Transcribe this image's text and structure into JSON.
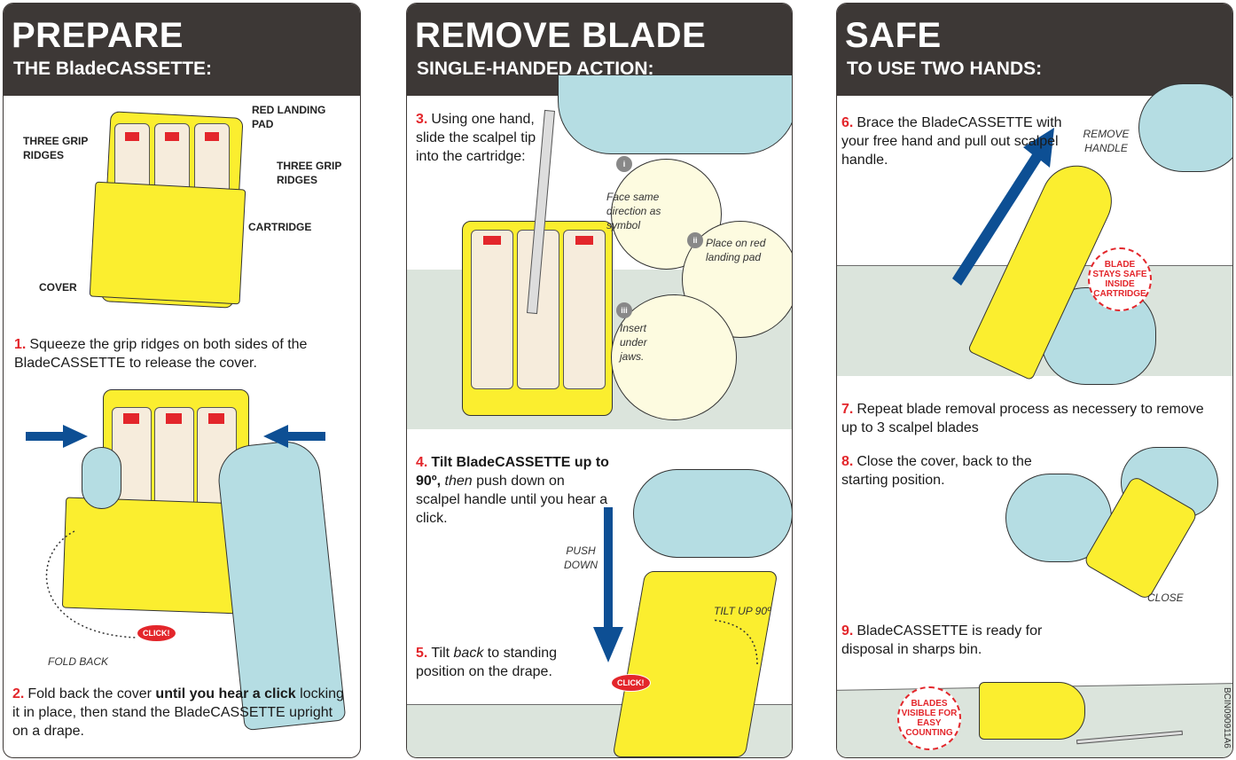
{
  "panels": [
    {
      "title": "PREPARE",
      "subtitle": "THE BladeCASSETTE:",
      "labels": {
        "grip_left": "THREE GRIP RIDGES",
        "red_pad": "RED LANDING PAD",
        "grip_right": "THREE GRIP RIDGES",
        "cartridge": "CARTRIDGE",
        "cover": "COVER",
        "fold_back": "FOLD BACK",
        "click": "CLICK!"
      },
      "steps": [
        {
          "num": "1.",
          "text": "Squeeze the grip ridges on both sides of the BladeCASSETTE to release the cover."
        },
        {
          "num": "2.",
          "text_a": "Fold back the cover ",
          "text_bold": "until you hear a click",
          "text_b": " locking it in place, then stand the BladeCASSETTE upright on a drape."
        }
      ]
    },
    {
      "title": "REMOVE BLADE",
      "subtitle": "SINGLE-HANDED ACTION:",
      "callouts": [
        {
          "num": "i",
          "text": "Face same direction as symbol"
        },
        {
          "num": "ii",
          "text": "Place on red landing pad"
        },
        {
          "num": "iii",
          "text": "Insert under jaws."
        }
      ],
      "labels": {
        "push_down": "PUSH DOWN",
        "tilt_up": "TILT UP 90º",
        "click": "CLICK!"
      },
      "steps": [
        {
          "num": "3.",
          "text": "Using one hand, slide the scalpel tip into the cartridge:"
        },
        {
          "num": "4.",
          "text_bold": "Tilt BladeCASSETTE up to 90º,",
          "text_ital": " then",
          "text_b": " push down on scalpel handle until you hear a click."
        },
        {
          "num": "5.",
          "text_a": "Tilt ",
          "text_ital": "back",
          "text_b": " to standing position on the drape."
        }
      ]
    },
    {
      "title": "SAFE",
      "subtitle": "TO USE TWO HANDS:",
      "labels": {
        "remove_handle": "REMOVE HANDLE",
        "blade_safe": "BLADE STAYS SAFE INSIDE CARTRIDGE",
        "close": "CLOSE",
        "blades_visible": "BLADES VISIBLE FOR EASY COUNTING"
      },
      "steps": [
        {
          "num": "6.",
          "text": "Brace the BladeCASSETTE with your free hand and pull out scalpel handle."
        },
        {
          "num": "7.",
          "text": "Repeat blade removal process as necessery to remove up to 3 scalpel blades"
        },
        {
          "num": "8.",
          "text": "Close the cover, back to the starting position."
        },
        {
          "num": "9.",
          "text": "BladeCASSETTE is ready for disposal in sharps bin."
        }
      ]
    }
  ],
  "doc_code": "BCIN090911A6",
  "colors": {
    "header": "#3d3836",
    "accent_red": "#e3262b",
    "arrow_blue": "#0d4f94",
    "cassette_yellow": "#fbee2f",
    "glove": "#b5dde3",
    "drape": "#dbe4dc"
  }
}
